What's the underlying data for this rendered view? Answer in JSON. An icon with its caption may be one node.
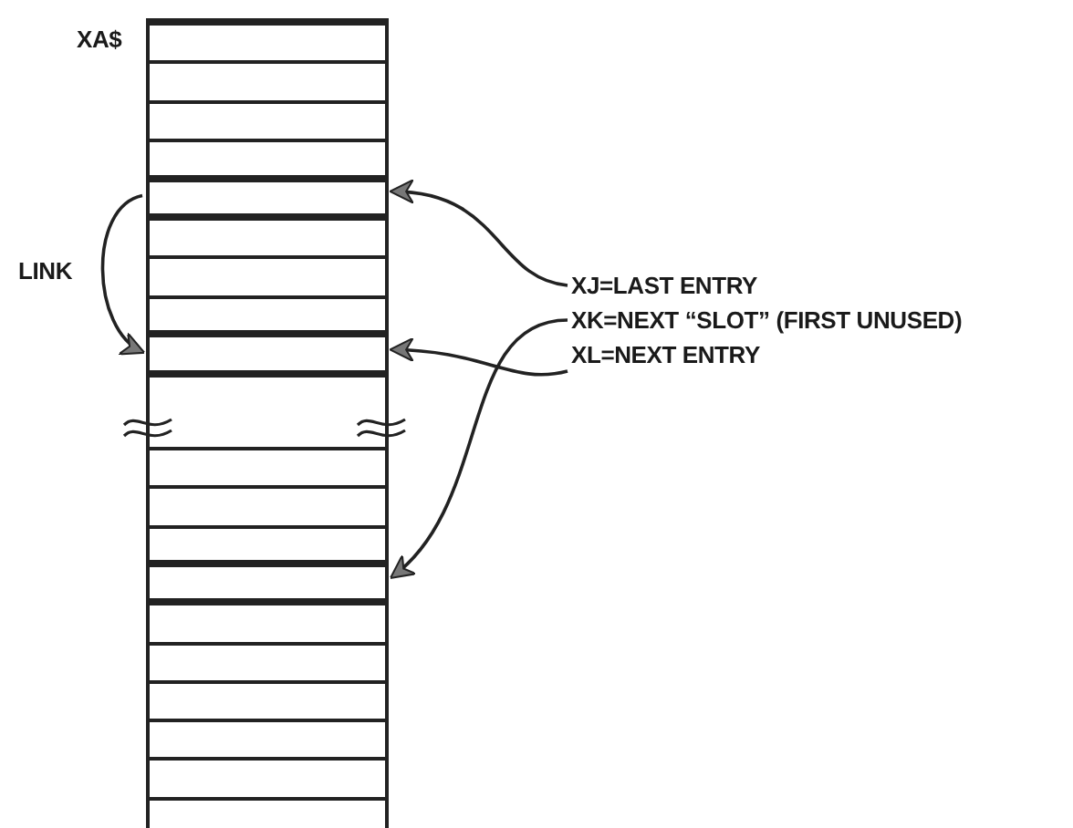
{
  "diagram": {
    "nodes": [
      {
        "text": [
          "XA$"
        ]
      },
      {
        "text": [],
        "shape": "box",
        "in": 0
      },
      {
        "text": [],
        "shape": "box",
        "in": 0
      },
      {
        "text": [],
        "shape": "box",
        "in": 0
      },
      {
        "text": [
          "XJ=LAST ENTRY"
        ]
      },
      {
        "text": [
          "XK=NEXT “SLOT” (FIRST UNUSED)"
        ]
      },
      {
        "text": [
          "XL=NEXT ENTRY"
        ]
      }
    ],
    "edges": [
      {
        "from": 1,
        "to": 2,
        "arrow": "to",
        "label": "LINK"
      },
      {
        "from": 4,
        "to": 1,
        "arrow": "to"
      },
      {
        "from": 5,
        "to": 3,
        "arrow": "to"
      },
      {
        "from": 6,
        "to": 2,
        "arrow": "to"
      }
    ]
  }
}
